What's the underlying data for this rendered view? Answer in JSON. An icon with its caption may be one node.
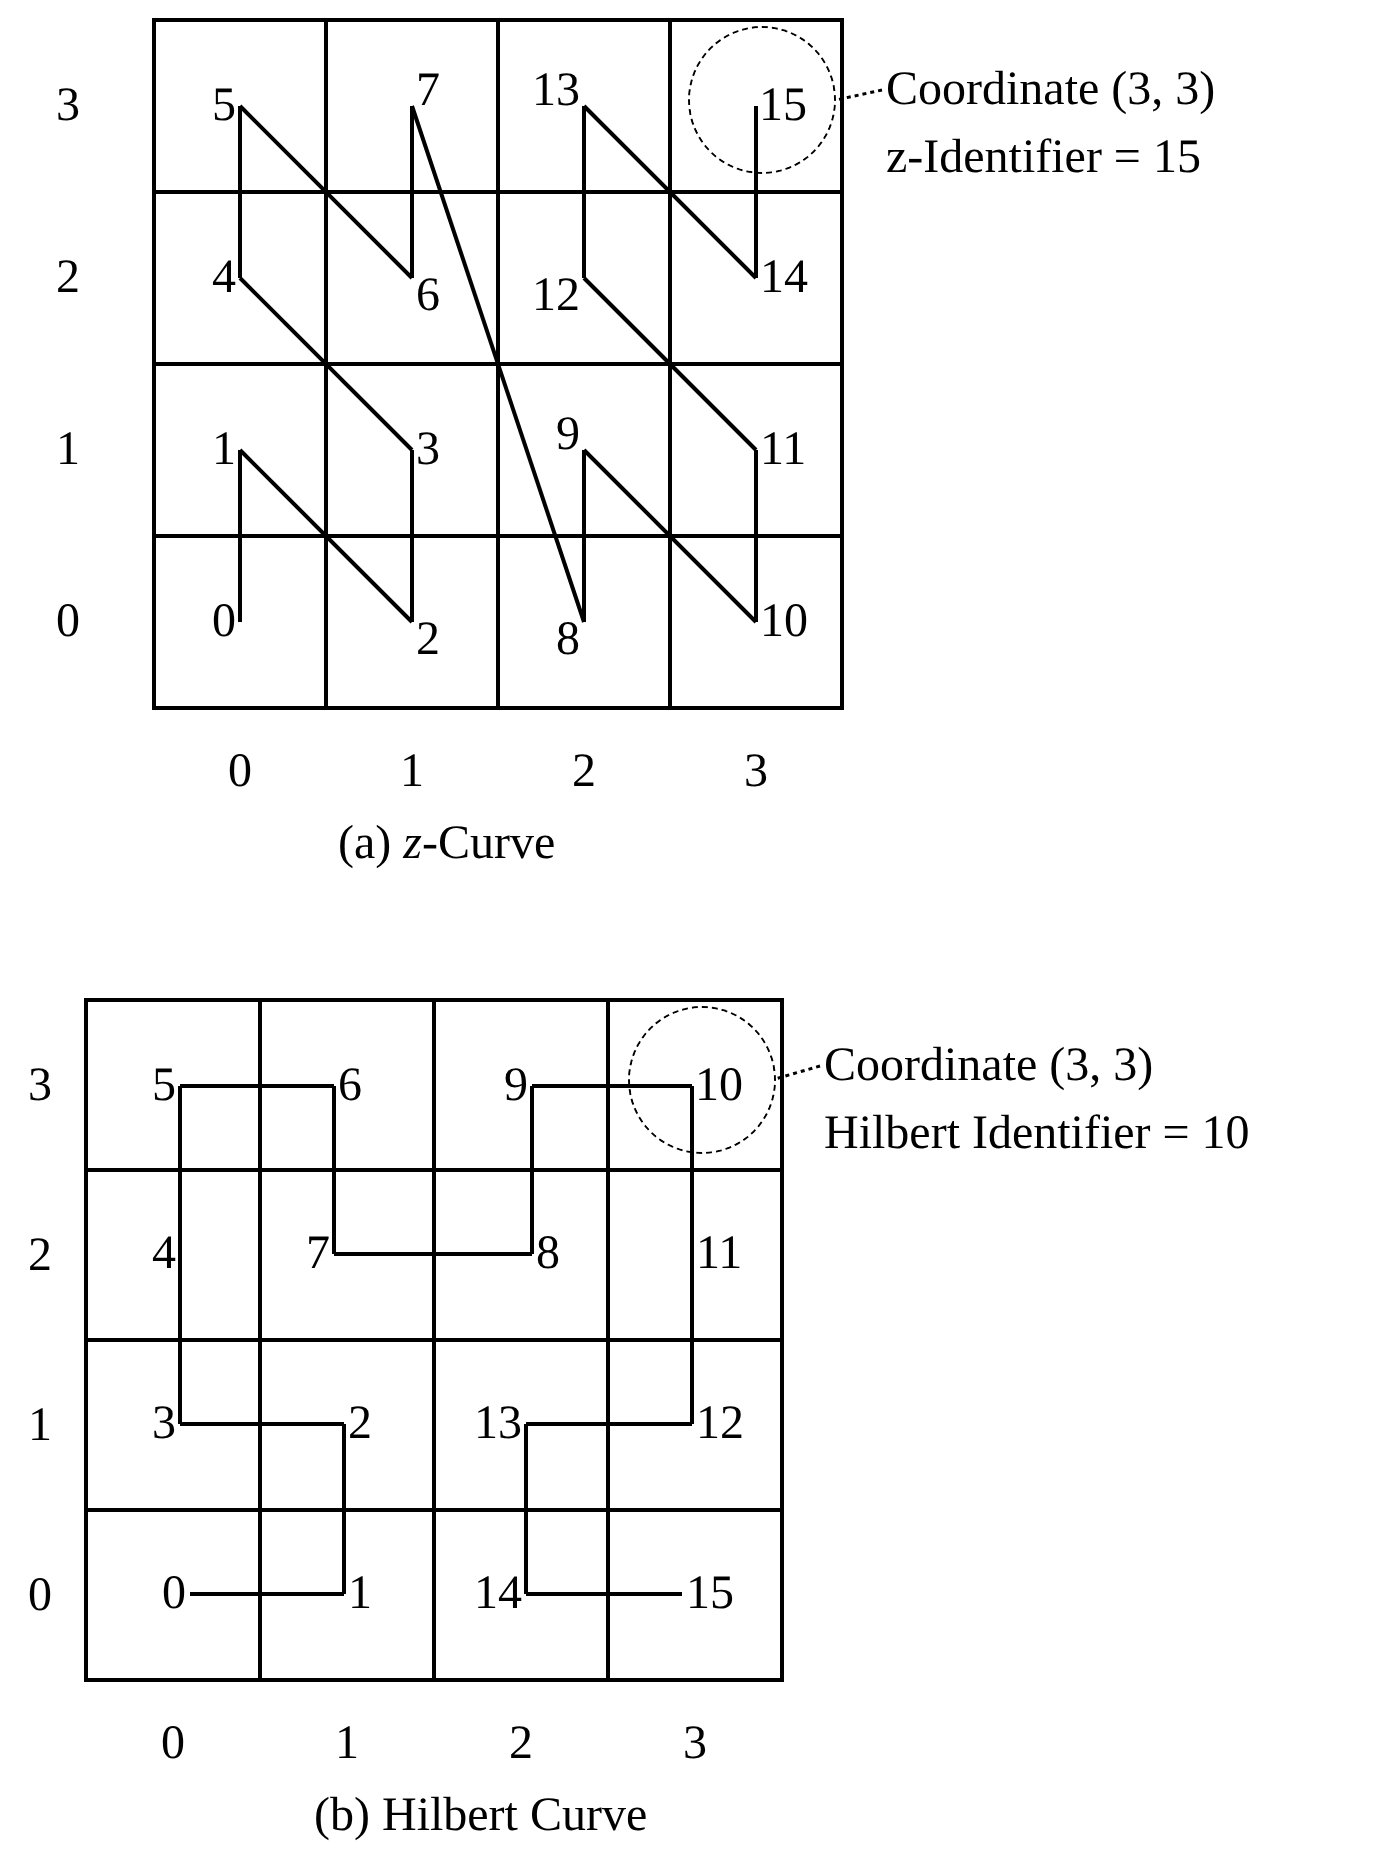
{
  "diagram": {
    "nodes": [
      {
        "text": [
          "5"
        ]
      },
      {
        "text": [
          "7"
        ]
      },
      {
        "text": [
          "13"
        ]
      },
      {
        "text": [
          "15"
        ],
        "in": 16
      },
      {
        "text": [
          "4"
        ]
      },
      {
        "text": [
          "6"
        ]
      },
      {
        "text": [
          "12"
        ]
      },
      {
        "text": [
          "14"
        ]
      },
      {
        "text": [
          "1"
        ]
      },
      {
        "text": [
          "3"
        ]
      },
      {
        "text": [
          "9"
        ]
      },
      {
        "text": [
          "11"
        ]
      },
      {
        "text": [
          "0"
        ]
      },
      {
        "text": [
          "2"
        ]
      },
      {
        "text": [
          "8"
        ]
      },
      {
        "text": [
          "10"
        ]
      },
      {
        "text": [],
        "shape": "circle"
      },
      {
        "text": [
          "Coordinate (3, 3)",
          "z-Identifier = 15"
        ]
      },
      {
        "text": [
          "5"
        ]
      },
      {
        "text": [
          "6"
        ]
      },
      {
        "text": [
          "9"
        ]
      },
      {
        "text": [
          "10"
        ],
        "in": 34
      },
      {
        "text": [
          "4"
        ]
      },
      {
        "text": [
          "7"
        ]
      },
      {
        "text": [
          "8"
        ]
      },
      {
        "text": [
          "11"
        ]
      },
      {
        "text": [
          "3"
        ]
      },
      {
        "text": [
          "2"
        ]
      },
      {
        "text": [
          "13"
        ]
      },
      {
        "text": [
          "12"
        ]
      },
      {
        "text": [
          "0"
        ]
      },
      {
        "text": [
          "1"
        ]
      },
      {
        "text": [
          "14"
        ]
      },
      {
        "text": [
          "15"
        ]
      },
      {
        "text": [],
        "shape": "circle"
      },
      {
        "text": [
          "Coordinate (3, 3)",
          "Hilbert Identifier = 10"
        ]
      }
    ],
    "edges": [
      {
        "from": 12,
        "to": 8,
        "arrow": "none"
      },
      {
        "from": 8,
        "to": 13,
        "arrow": "none"
      },
      {
        "from": 13,
        "to": 9,
        "arrow": "none"
      },
      {
        "from": 9,
        "to": 4,
        "arrow": "none"
      },
      {
        "from": 4,
        "to": 0,
        "arrow": "none"
      },
      {
        "from": 0,
        "to": 5,
        "arrow": "none"
      },
      {
        "from": 5,
        "to": 1,
        "arrow": "none"
      },
      {
        "from": 1,
        "to": 14,
        "arrow": "none"
      },
      {
        "from": 14,
        "to": 10,
        "arrow": "none"
      },
      {
        "from": 10,
        "to": 15,
        "arrow": "none"
      },
      {
        "from": 15,
        "to": 11,
        "arrow": "none"
      },
      {
        "from": 11,
        "to": 6,
        "arrow": "none"
      },
      {
        "from": 6,
        "to": 2,
        "arrow": "none"
      },
      {
        "from": 2,
        "to": 7,
        "arrow": "none"
      },
      {
        "from": 7,
        "to": 3,
        "arrow": "none"
      },
      {
        "from": 17,
        "to": 16,
        "arrow": "none",
        "style": "dashed"
      },
      {
        "from": 30,
        "to": 31,
        "arrow": "none"
      },
      {
        "from": 31,
        "to": 27,
        "arrow": "none"
      },
      {
        "from": 27,
        "to": 26,
        "arrow": "none"
      },
      {
        "from": 26,
        "to": 22,
        "arrow": "none"
      },
      {
        "from": 22,
        "to": 18,
        "arrow": "none"
      },
      {
        "from": 18,
        "to": 19,
        "arrow": "none"
      },
      {
        "from": 19,
        "to": 23,
        "arrow": "none"
      },
      {
        "from": 23,
        "to": 24,
        "arrow": "none"
      },
      {
        "from": 24,
        "to": 20,
        "arrow": "none"
      },
      {
        "from": 20,
        "to": 21,
        "arrow": "none"
      },
      {
        "from": 21,
        "to": 25,
        "arrow": "none"
      },
      {
        "from": 25,
        "to": 29,
        "arrow": "none"
      },
      {
        "from": 29,
        "to": 28,
        "arrow": "none"
      },
      {
        "from": 28,
        "to": 32,
        "arrow": "none"
      },
      {
        "from": 32,
        "to": 33,
        "arrow": "none"
      },
      {
        "from": 35,
        "to": 34,
        "arrow": "none",
        "style": "dashed"
      }
    ],
    "labels": [
      "3",
      "2",
      "1",
      "0",
      "0",
      "1",
      "2",
      "3",
      "(a) *z*-Curve",
      "3",
      "2",
      "1",
      "0",
      "0",
      "1",
      "2",
      "3",
      "(b) Hilbert Curve"
    ]
  }
}
